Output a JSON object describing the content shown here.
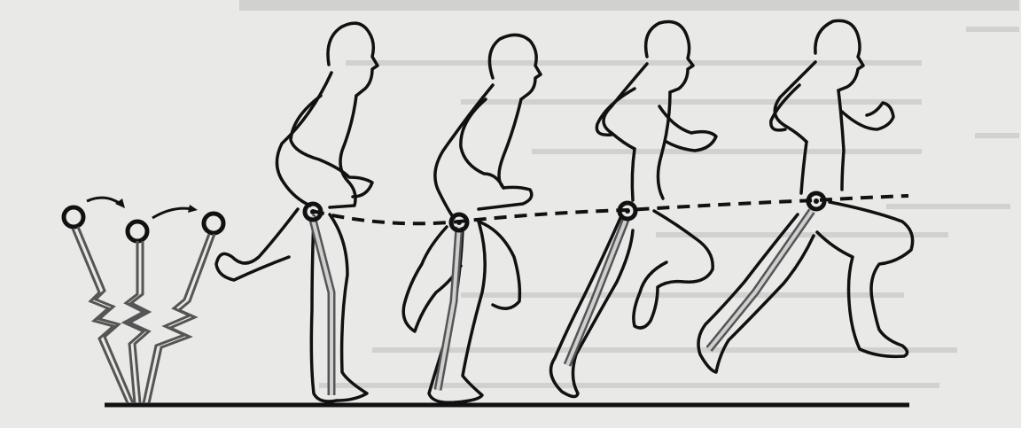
{
  "figure": {
    "background_color": "#e9e9e7",
    "bleed_text_color": "#9a9a98",
    "ink_color": "#111111",
    "shin_fill_color": "#c8c8c8",
    "hip_marker_color": "#111111",
    "diagram_elements": [
      "three-hip-circle-schematic",
      "curved-arrows",
      "zigzag-spring-legs",
      "runner-silhouettes-4",
      "hip-trajectory-dashed-line",
      "ground-line"
    ],
    "runner_count": 4
  }
}
